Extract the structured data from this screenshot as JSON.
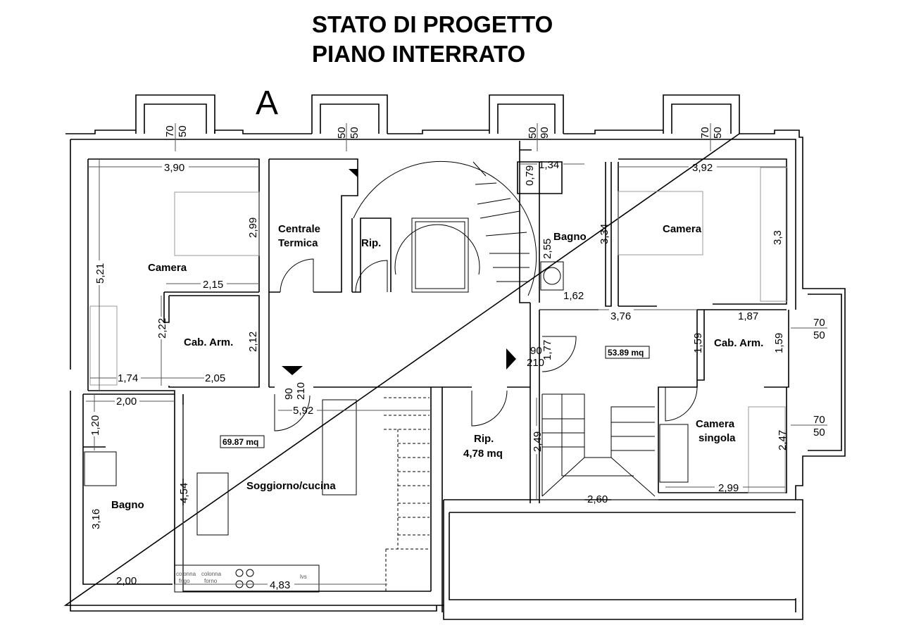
{
  "title": {
    "line1": "STATO DI PROGETTO",
    "line2": "PIANO INTERRATO"
  },
  "section_letter": "A",
  "rooms": {
    "camera_left": "Camera",
    "cab_arm_left": "Cab. Arm.",
    "centrale_termica_1": "Centrale",
    "centrale_termica_2": "Termica",
    "rip_top": "Rip.",
    "bagno_right": "Bagno",
    "camera_right": "Camera",
    "cab_arm_right": "Cab. Arm.",
    "camera_singola_1": "Camera",
    "camera_singola_2": "singola",
    "rip_bottom": "Rip.",
    "rip_bottom_area": "4,78 mq",
    "soggiorno": "Soggiorno/cucina",
    "bagno_left": "Bagno"
  },
  "areas": {
    "right_unit": "53.89 mq",
    "left_unit": "69.87 mq"
  },
  "dimensions": {
    "d390": "3,90",
    "d299a": "2,99",
    "d521": "5,21",
    "d215": "2,15",
    "d222": "2,22",
    "d212": "2,12",
    "d174": "1,74",
    "d205": "2,05",
    "d200a": "2,00",
    "d120": "1,20",
    "d592": "5,92",
    "d454": "4,54",
    "d316": "3,16",
    "d200b": "2,00",
    "d483": "4,83",
    "d134": "1,34",
    "d079": "0,79",
    "d334": "3,34",
    "d255": "2,55",
    "d162": "1,62",
    "d376": "3,76",
    "d392": "3,92",
    "d33": "3,3",
    "d187": "1,87",
    "d159a": "1,59",
    "d159b": "1,59",
    "d177": "1,77",
    "d249": "2,49",
    "d260": "2,60",
    "d299b": "2,99",
    "d247": "2,47"
  },
  "window_tags": [
    {
      "w": "70",
      "h": "50"
    },
    {
      "w": "50",
      "h": "50"
    },
    {
      "w": "50",
      "h": "90"
    },
    {
      "w": "70",
      "h": "50"
    },
    {
      "w": "70",
      "h": "50"
    },
    {
      "w": "70",
      "h": "50"
    }
  ],
  "door_tags": [
    {
      "w": "90",
      "h": "210"
    },
    {
      "w": "90",
      "h": "210"
    }
  ],
  "kitchen": {
    "fridge_1": "colonna",
    "fridge_2": "frigo",
    "oven_1": "colonna",
    "oven_2": "forno",
    "sink": "lvs"
  }
}
